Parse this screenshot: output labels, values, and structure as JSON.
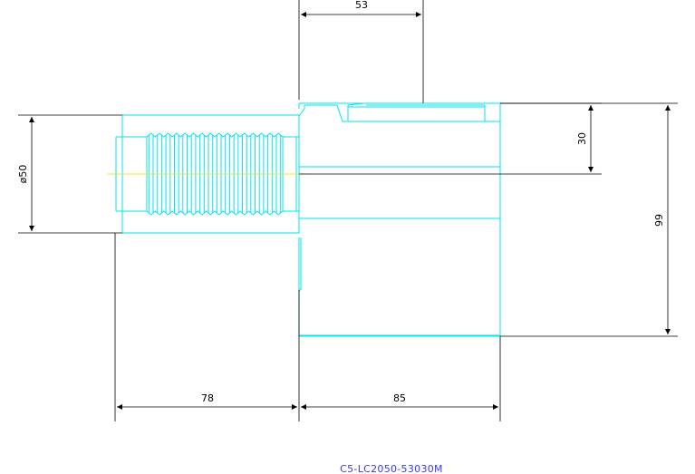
{
  "drawing": {
    "part_number": "C5-LC2050-53030M",
    "colors": {
      "part_outline": "#00e5ee",
      "centerline": "#e8e830",
      "dimension": "#000000",
      "part_number_text": "#3a3af0",
      "background": "#ffffff"
    },
    "dimensions": {
      "top_width": "53",
      "shank_diameter": "ø50",
      "step_height": "30",
      "total_height": "99",
      "shank_length": "78",
      "body_length": "85"
    }
  }
}
